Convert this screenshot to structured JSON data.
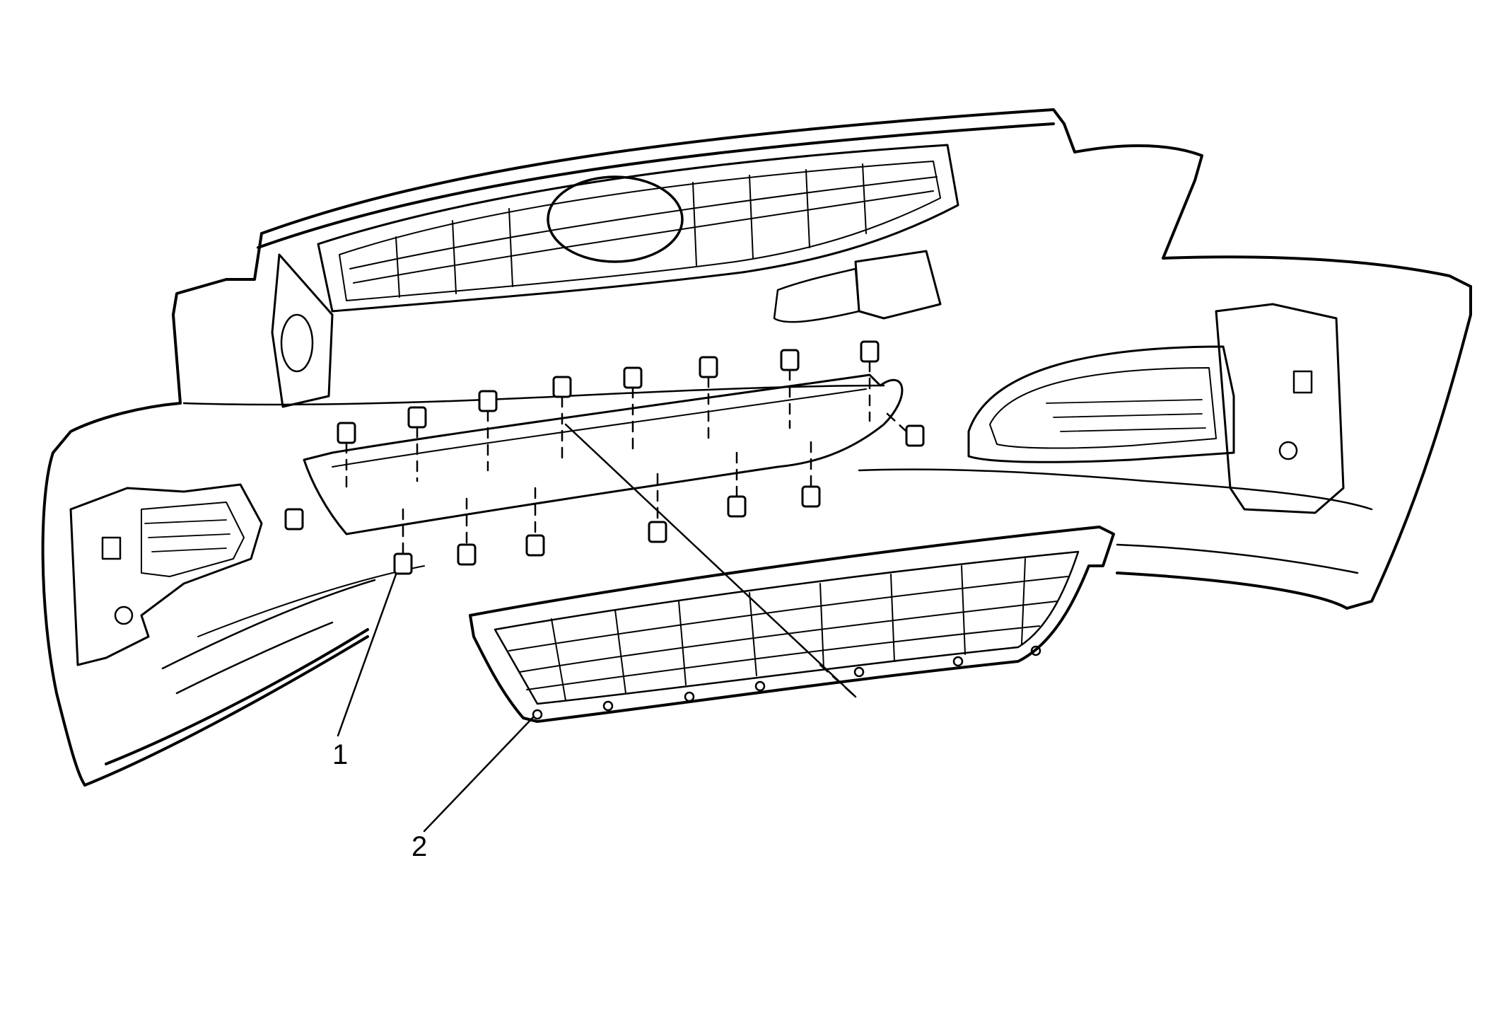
{
  "callouts": [
    {
      "label": "1",
      "part": "clip-fasteners"
    },
    {
      "label": "2",
      "part": "lower-grille"
    }
  ],
  "colors": {
    "line": "#000000",
    "background": "#ffffff",
    "fill": "#ffffff"
  }
}
